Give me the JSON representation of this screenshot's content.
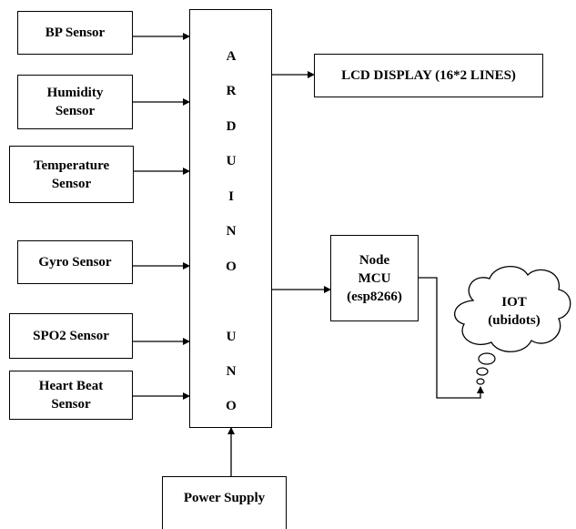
{
  "sensors": [
    {
      "line1": "BP Sensor",
      "line2": ""
    },
    {
      "line1": "Humidity",
      "line2": "Sensor"
    },
    {
      "line1": "Temperature",
      "line2": "Sensor"
    },
    {
      "line1": "Gyro Sensor",
      "line2": ""
    },
    {
      "line1": "SPO2 Sensor",
      "line2": ""
    },
    {
      "line1": "Heart Beat",
      "line2": "Sensor"
    }
  ],
  "arduino": {
    "letters": [
      "A",
      "R",
      "D",
      "U",
      "I",
      "N",
      "O",
      "U",
      "N",
      "O"
    ]
  },
  "lcd": {
    "label": "LCD DISPLAY (16*2 LINES)"
  },
  "nodemcu": {
    "line1": "Node",
    "line2": "MCU",
    "line3": "(esp8266)"
  },
  "iot": {
    "line1": "IOT",
    "line2": "(ubidots)"
  },
  "power": {
    "label": "Power Supply"
  }
}
